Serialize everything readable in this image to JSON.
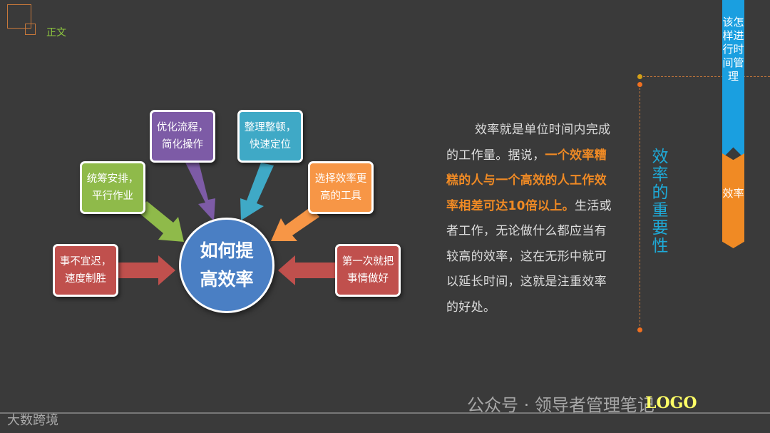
{
  "header": {
    "section_label": "正文"
  },
  "diagram": {
    "center": "如何提高效率",
    "center_lines": [
      "如何提",
      "高效率"
    ],
    "nodes": [
      {
        "text": "事不宜迟，速度制胜",
        "color": "#c0504d"
      },
      {
        "text": "统筹安排，平行作业",
        "color": "#8fba4a"
      },
      {
        "text": "优化流程，简化操作",
        "color": "#7d5ba6"
      },
      {
        "text": "整理整顿，快速定位",
        "color": "#3fa9c6"
      },
      {
        "text": "选择效率更高的工具",
        "color": "#f79646"
      },
      {
        "text": "第一次就把事情做好",
        "color": "#c0504d"
      }
    ],
    "center_color": "#4a7fc4"
  },
  "paragraph": {
    "segments": [
      {
        "text": "效率就是单位时间内完成的工作量。据说，",
        "highlight": false
      },
      {
        "text": "一个效率糟糕的人与一个高效的人工作效率相差可达10倍以上。",
        "highlight": true
      },
      {
        "text": "生活或者工作，无论做什么都应当有较高的效率，这在无形中就可以延长时间，这就是注重效率的好处。",
        "highlight": false
      }
    ]
  },
  "side_title": "效率的重要性",
  "ribbon": {
    "chapter": "该怎样进行时间管理",
    "current": "效率"
  },
  "colors": {
    "accent_orange": "#f08a24",
    "accent_blue": "#1a9fe0",
    "background": "#3a3a3a"
  },
  "footer": {
    "brand": "大数跨境",
    "watermark": "公众号 · 领导者管理笔记",
    "logo": "LOGO"
  }
}
